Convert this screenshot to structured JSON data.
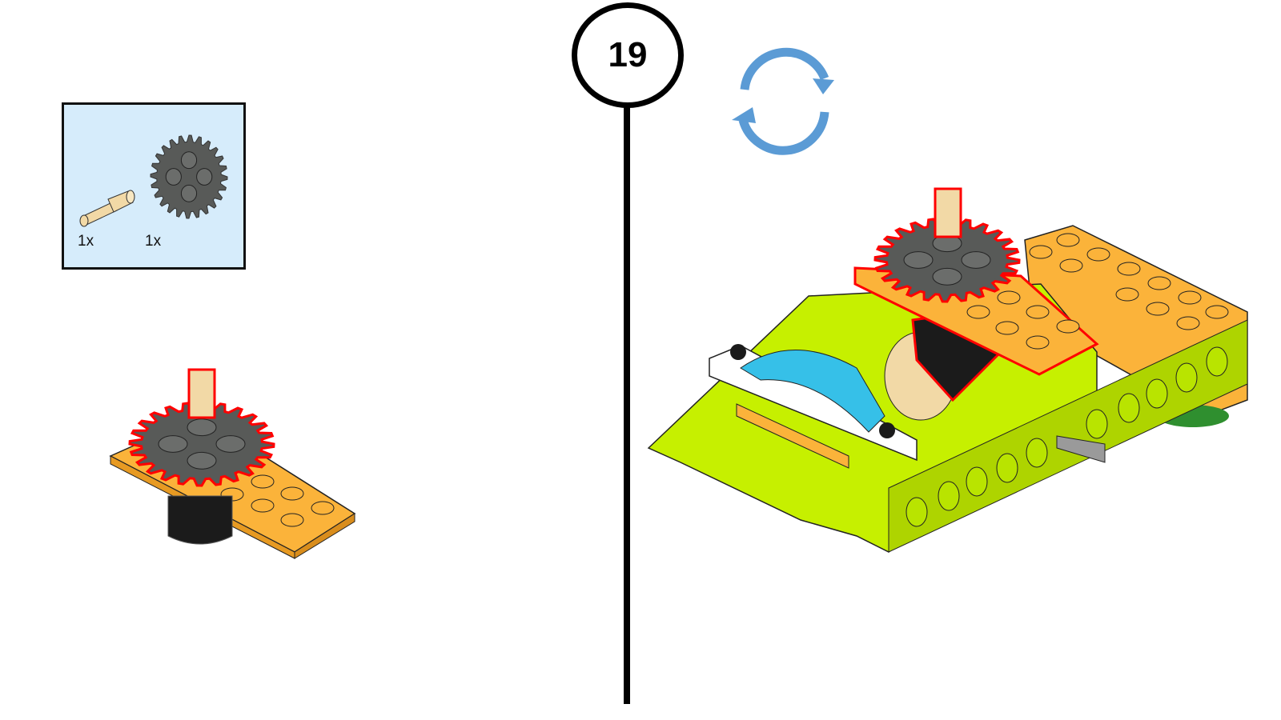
{
  "step": {
    "number": "19"
  },
  "parts_list": {
    "items": [
      {
        "part": "axle-pin",
        "color": "#f2d9a6",
        "quantity": "1x"
      },
      {
        "part": "gear-24-tooth",
        "color": "#585a58",
        "quantity": "1x"
      }
    ]
  },
  "icons": {
    "rotate": "rotate-model-icon"
  },
  "colors": {
    "rotate_arrow": "#5b9bd5",
    "highlight": "#ff0000",
    "orange_plate": "#fbb33a",
    "lime": "#c6f000",
    "azure": "#36c0e8",
    "gear": "#585a58",
    "tan": "#f2d9a6",
    "parts_bg": "#d6ecfb"
  }
}
